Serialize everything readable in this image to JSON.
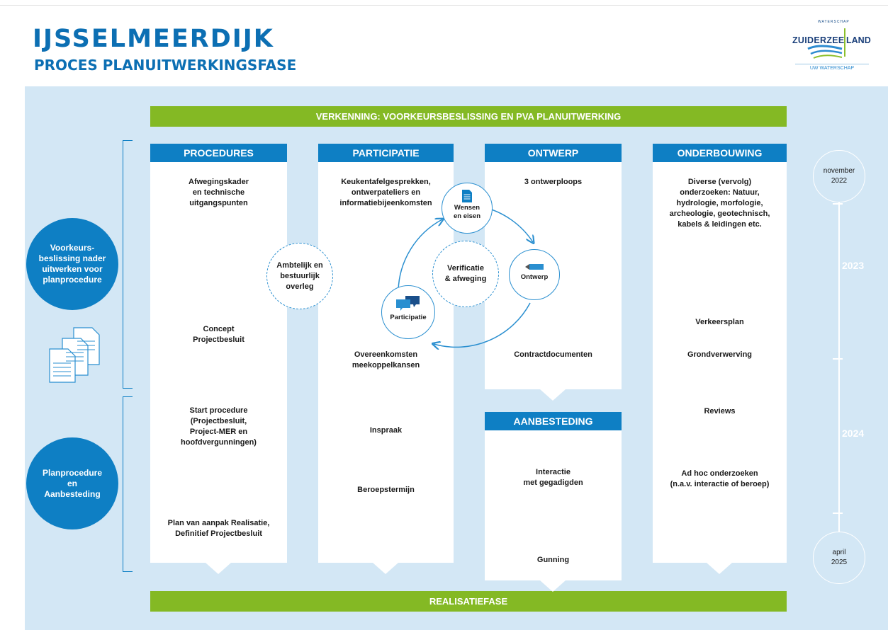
{
  "header": {
    "title": "IJSSELMEERDIJK",
    "subtitle": "PROCES PLANUITWERKINGSFASE"
  },
  "logo": {
    "small": "WATERSCHAP",
    "name_left": "ZUIDERZEE",
    "name_right": "LAND",
    "tagline": "UW WATERSCHAP"
  },
  "colors": {
    "primary_blue": "#0e7fc4",
    "green": "#84b924",
    "background": "#d3e7f5"
  },
  "top_bar": "VERKENNING: VOORKEURSBESLISSING EN PVA PLANUITWERKING",
  "bottom_bar": "REALISATIEFASE",
  "phases": {
    "phase1": "Voorkeurs-\nbeslissing nader\nuitwerken voor\nplanprocedure",
    "phase2": "Planprocedure\nen\nAanbesteding"
  },
  "columns": {
    "procedures": {
      "header": "PROCEDURES",
      "items": [
        "Afwegingskader\nen technische\nuitgangspunten",
        "Concept\nProjectbesluit",
        "Start procedure\n(Projectbesluit,\nProject-MER en\nhoofdvergunningen)",
        "Plan van aanpak Realisatie,\nDefinitief Projectbesluit"
      ]
    },
    "participatie": {
      "header": "PARTICIPATIE",
      "items": [
        "Keukentafelgesprekken,\nontwerpateliers en\ninformatiebijeenkomsten",
        "Overeenkomsten\nmeekoppelkansen",
        "Inspraak",
        "Beroepstermijn"
      ]
    },
    "ontwerp": {
      "header": "ONTWERP",
      "items": [
        "3 ontwerploops",
        "Contractdocumenten"
      ]
    },
    "aanbesteding": {
      "header": "AANBESTEDING",
      "items": [
        "Interactie\nmet gegadigden",
        "Gunning"
      ]
    },
    "onderbouwing": {
      "header": "ONDERBOUWING",
      "items": [
        "Diverse (vervolg)\nonderzoeken: Natuur,\nhydrologie, morfologie,\narcheologie, geotechnisch,\nkabels & leidingen etc.",
        "Verkeersplan",
        "Grondverwerving",
        "Reviews",
        "Ad hoc onderzoeken\n(n.a.v. interactie of beroep)"
      ]
    }
  },
  "overleg": "Ambtelijk en\nbestuurlijk\noverleg",
  "cycle": {
    "center": "Verificatie\n& afweging",
    "wensen": "Wensen\nen eisen",
    "ontwerp": "Ontwerp",
    "participatie": "Participatie"
  },
  "timeline": {
    "start": "november\n2022",
    "year1": "2023",
    "year2": "2024",
    "end": "april\n2025"
  }
}
